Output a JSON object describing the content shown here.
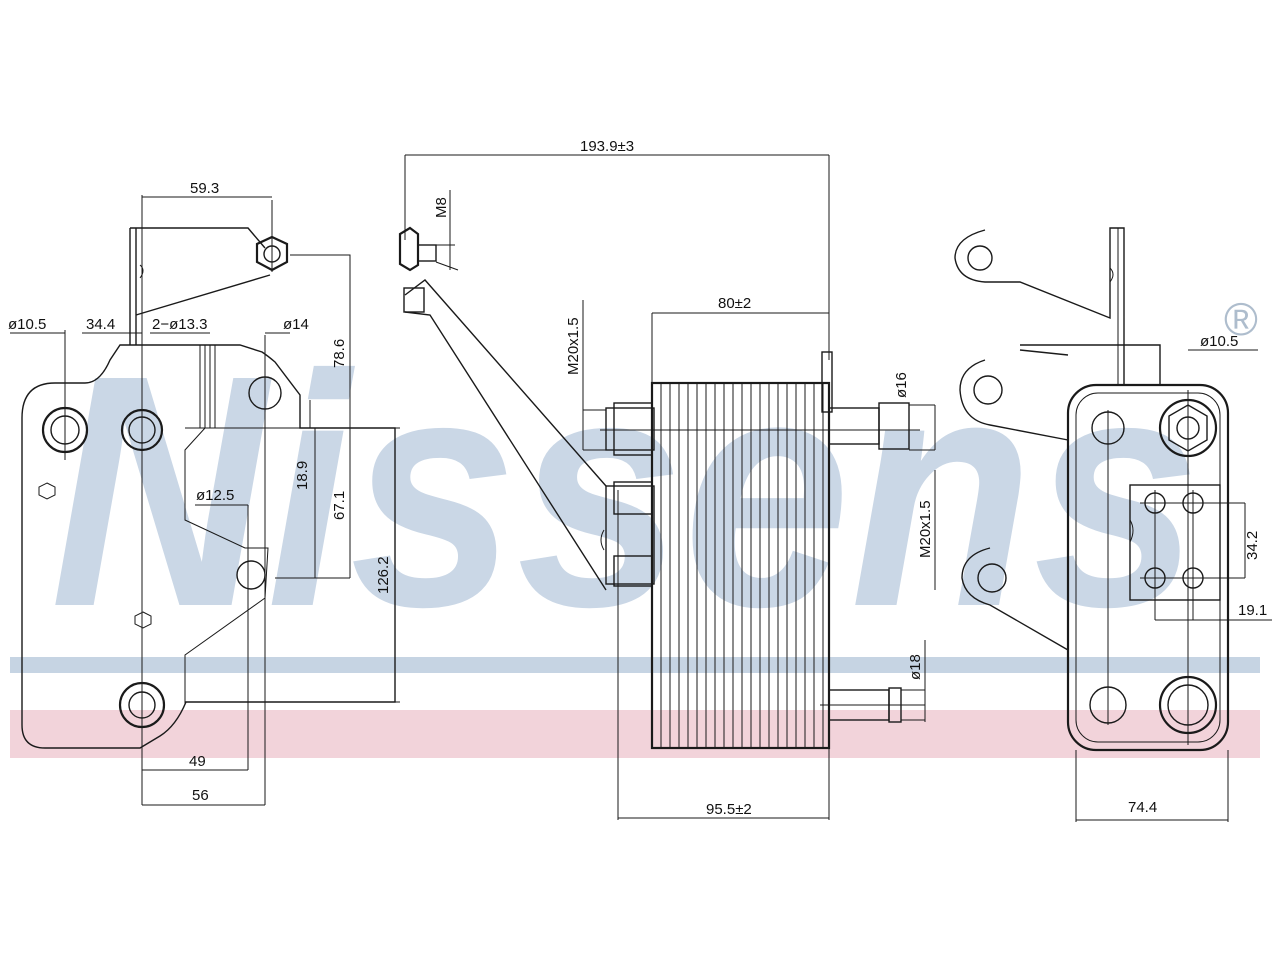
{
  "watermark": {
    "brand": "Nissens",
    "registered": "®",
    "brand_color": "#cad7e6",
    "band_blue_color": "#c6d4e3",
    "band_pink_color": "#f2d3da"
  },
  "dimensions": {
    "d59_3": "59.3",
    "d10_5_left": "ø10.5",
    "d34_4": "34.4",
    "d2x13_3": "2−ø13.3",
    "d14": "ø14",
    "d78_6": "78.6",
    "d18_9": "18.9",
    "d67_1": "67.1",
    "d12_5": "ø12.5",
    "d126_2": "126.2",
    "d49": "49",
    "d56": "56",
    "d193_9": "193.9±3",
    "dM8": "M8",
    "dM20_top": "M20x1.5",
    "d80": "80±2",
    "d16": "ø16",
    "dM20_mid": "M20x1.5",
    "d18": "ø18",
    "d95_5": "95.5±2",
    "d10_5_right": "ø10.5",
    "d34_2": "34.2",
    "d19_1": "19.1",
    "d74_4": "74.4"
  }
}
